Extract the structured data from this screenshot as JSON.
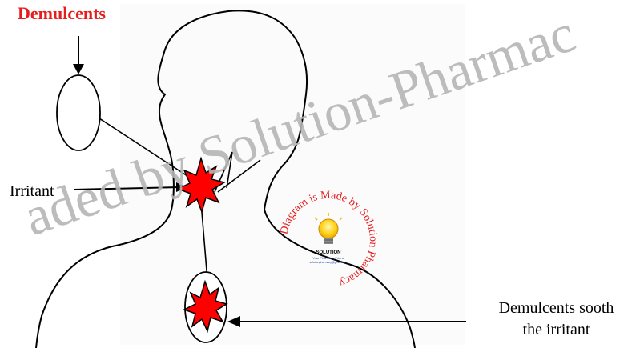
{
  "labels": {
    "demulcents": "Demulcents",
    "irritant": "Irritant",
    "sooth_line1": "Demulcents sooth",
    "sooth_line2": "the irritant"
  },
  "watermark": {
    "text": "aded by Solution-Pharmac",
    "color": "#b8b8b8"
  },
  "stamp": {
    "ring_text": "Diagram is Made by Solution Pharmacy",
    "brand": "SOLUTION",
    "tagline": "Your Pharmacy Friend",
    "email": "solutionpharmacy@gmail.com",
    "color": "#e41e1e"
  },
  "colors": {
    "title": "#e41e1e",
    "irritant_fill": "#ff0000",
    "outline": "#000000"
  }
}
